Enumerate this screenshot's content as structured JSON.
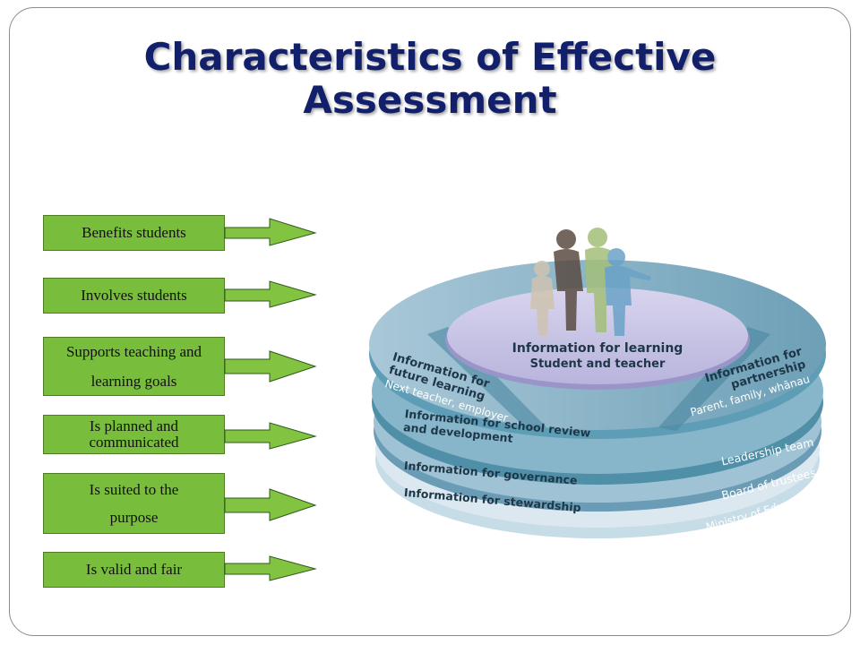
{
  "slide": {
    "title": "Characteristics of Effective Assessment"
  },
  "characteristics": [
    "Benefits students",
    "Involves students",
    "Supports teaching and learning goals",
    "Is planned and communicated",
    "Is suited to the purpose",
    "Is valid and fair"
  ],
  "diagram": {
    "top": {
      "title": "Information for learning",
      "subtitle": "Student and teacher"
    },
    "left_tab": {
      "title_line1": "Information for",
      "title_line2": "future learning",
      "subtitle": "Next teacher, employer"
    },
    "right_tab": {
      "title_line1": "Information for",
      "title_line2": "partnership",
      "subtitle": "Parent, family, whānau"
    },
    "layer1": {
      "title_line1": "Information for school review",
      "title_line2": "and development",
      "subtitle": "Leadership team"
    },
    "layer2": {
      "title": "Information for governance",
      "subtitle": "Board of trustees"
    },
    "layer3": {
      "title": "Information for stewardship",
      "subtitle": "Ministry of Education"
    }
  },
  "colors": {
    "title": "#12206b",
    "box_fill": "#79bd3d",
    "arrow_fill": "#82c341",
    "layer_dark": "#4f8fa8",
    "layer_light": "#cfe0ea"
  }
}
